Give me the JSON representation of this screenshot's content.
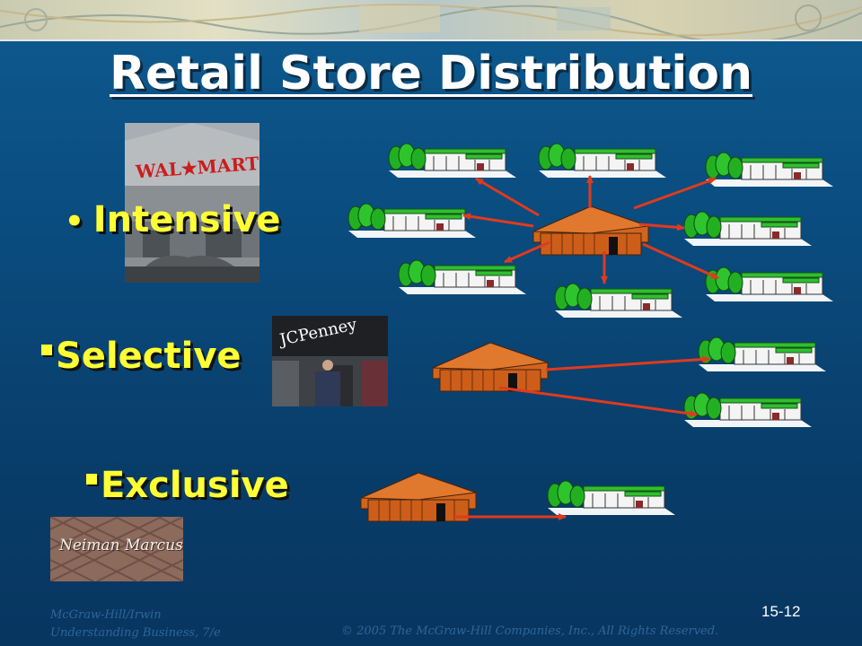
{
  "slide": {
    "title": "Retail Store Distribution",
    "slide_number": "15-12"
  },
  "sections": {
    "intensive": {
      "label": "Intensive",
      "bullet": "•"
    },
    "selective": {
      "label": "Selective"
    },
    "exclusive": {
      "label": "Exclusive"
    }
  },
  "photos": {
    "walmart_sign": "WAL★MART",
    "jcpenney_sign": "JCPenney",
    "neiman_sign": "Neiman Marcus"
  },
  "footer": {
    "publisher": "McGraw-Hill/Irwin",
    "book": "Understanding Business, 7/e",
    "copyright": "© 2005 The McGraw-Hill Companies, Inc., All Rights Reserved."
  },
  "colors": {
    "label": "#ffff33",
    "arrow": "#e03a1e",
    "warehouse": "#d2651e",
    "store_roof": "#2fbf2f"
  }
}
